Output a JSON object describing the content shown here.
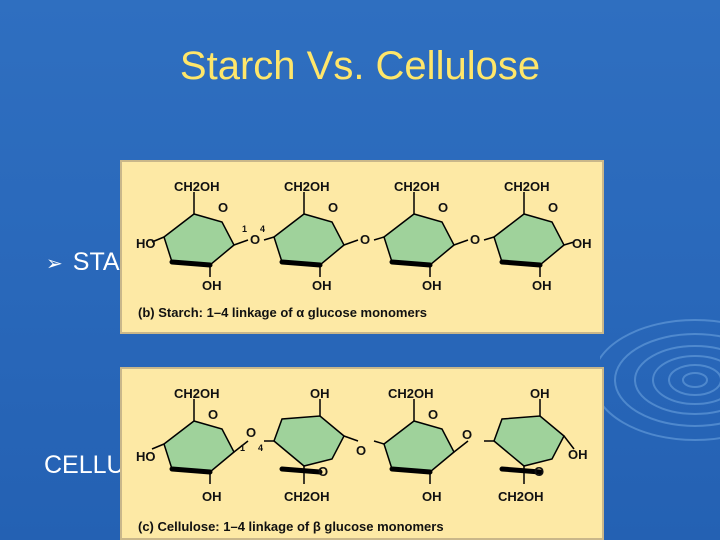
{
  "slide": {
    "title": "Starch  Vs. Cellulose",
    "bullet_starch": "STA",
    "bullet_cellulose": "CELLU"
  },
  "starch_panel": {
    "caption": "(b) Starch: 1–4 linkage of α glucose monomers",
    "top_groups": [
      "CH2OH",
      "CH2OH",
      "CH2OH",
      "CH2OH"
    ],
    "bottom_groups": [
      "OH",
      "OH",
      "OH",
      "OH"
    ],
    "left_group": "HO",
    "right_group": "OH",
    "ring_o": "O",
    "link_o": "O",
    "num_1": "1",
    "num_4": "4"
  },
  "cellulose_panel": {
    "caption": "(c) Cellulose: 1–4 linkage of β glucose monomers",
    "top_groups": [
      "CH2OH",
      "OH",
      "CH2OH",
      "OH"
    ],
    "bottom_groups": [
      "OH",
      "CH2OH",
      "OH",
      "CH2OH"
    ],
    "left_group": "HO",
    "right_group": "OH",
    "ring_o": "O",
    "link_o": "O",
    "num_1": "1",
    "num_4": "4"
  },
  "colors": {
    "background": "#2a69bb",
    "title": "#ffe66a",
    "panel": "#fde9a5",
    "ring": "#9fd29b"
  }
}
